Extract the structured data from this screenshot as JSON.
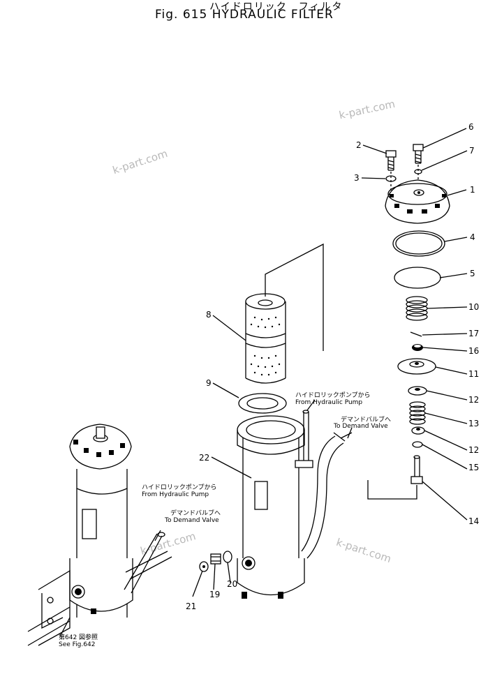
{
  "figure": {
    "title_jp": "ハイドロリック　フィルタ",
    "title_en": "Fig. 615   HYDRAULIC FILTER"
  },
  "callouts": [
    "1",
    "2",
    "3",
    "4",
    "5",
    "6",
    "7",
    "8",
    "9",
    "10",
    "11",
    "12",
    "12",
    "13",
    "14",
    "15",
    "16",
    "17",
    "19",
    "20",
    "21",
    "22"
  ],
  "labels": {
    "from_pump_jp": "ハイドロリックポンプから",
    "from_pump_en": "From Hydraulic Pump",
    "to_demand_jp": "デマンドバルブへ",
    "to_demand_en": "To Demand Valve",
    "from_pump2_jp": "ハイドロリックポンプから",
    "from_pump2_en": "From Hydraulic Pump",
    "to_demand2_jp": "デマンドバルブへ",
    "to_demand2_en": "To Demand Valve",
    "see_fig_jp": "第642 図参照",
    "see_fig_en": "See  Fig.642"
  },
  "watermark": "k-part.com"
}
